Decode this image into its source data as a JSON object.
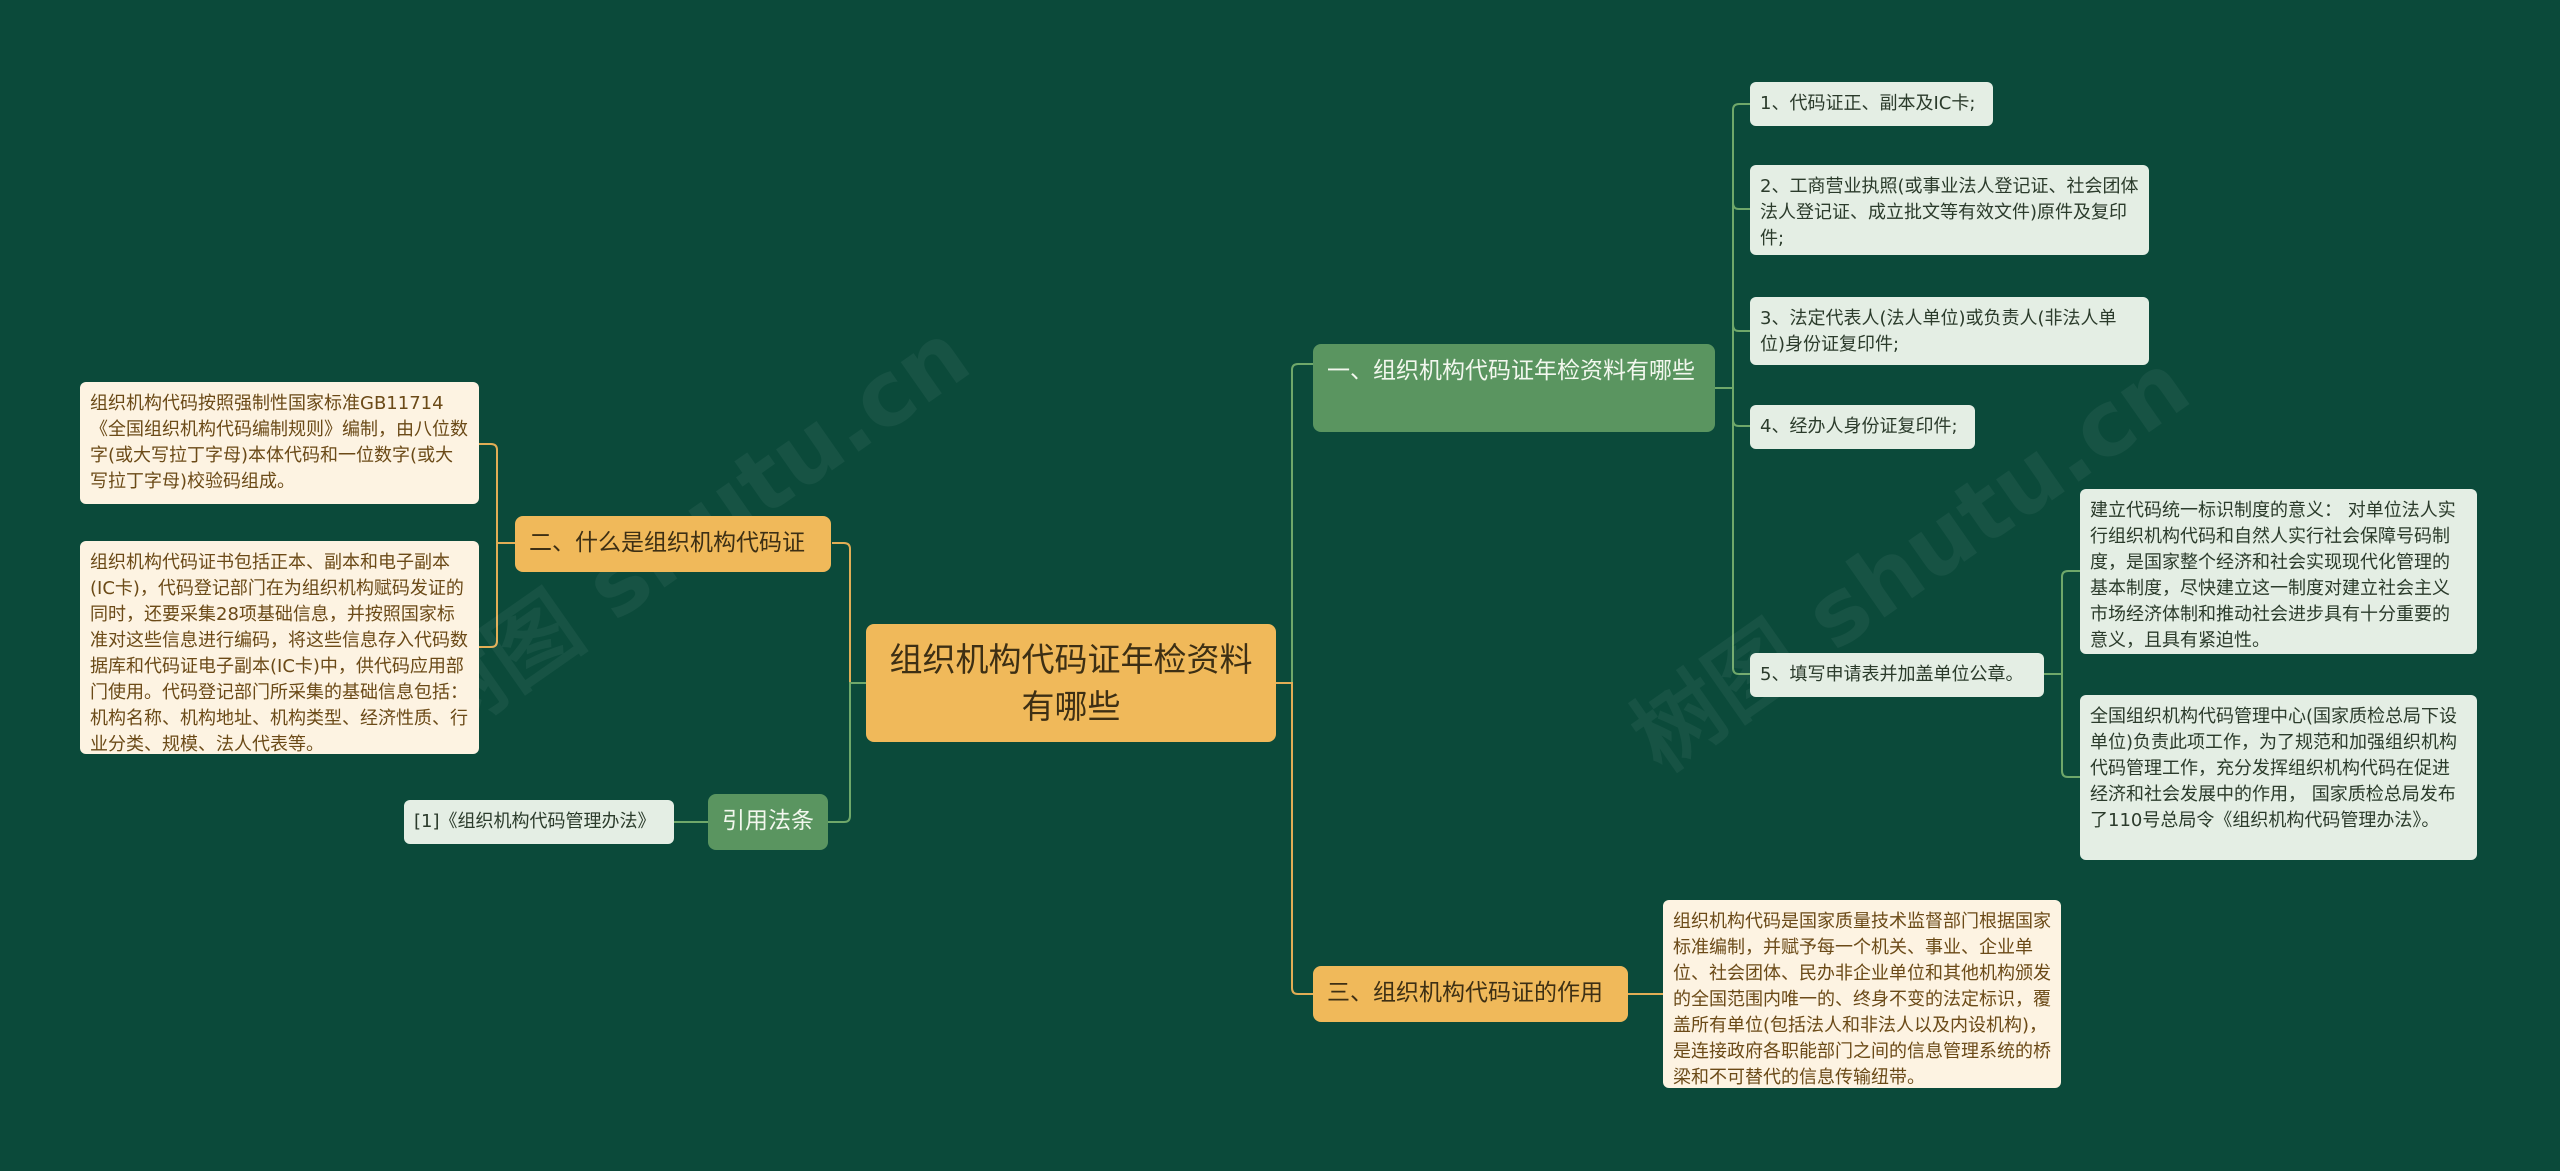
{
  "root": "组织机构代码证年检资料有哪些",
  "branch1": {
    "label": "一、组织机构代码证年检资料有哪些",
    "items": [
      "1、代码证正、副本及IC卡;",
      "2、工商营业执照(或事业法人登记证、社会团体法人登记证、成立批文等有效文件)原件及复印件;",
      "3、法定代表人(法人单位)或负责人(非法人单位)身份证复印件;",
      "4、经办人身份证复印件;",
      "5、填写申请表并加盖单位公章。"
    ],
    "sub_items": [
      "建立代码统一标识制度的意义： 对单位法人实行组织机构代码和自然人实行社会保障号码制度，是国家整个经济和社会实现现代化管理的基本制度，尽快建立这一制度对建立社会主义市场经济体制和推动社会进步具有十分重要的意义，且具有紧迫性。",
      "全国组织机构代码管理中心(国家质检总局下设单位)负责此项工作，为了规范和加强组织机构代码管理工作，充分发挥组织机构代码在促进经济和社会发展中的作用， 国家质检总局发布了110号总局令《组织机构代码管理办法》。"
    ]
  },
  "branch2": {
    "label": "二、什么是组织机构代码证",
    "items": [
      "组织机构代码按照强制性国家标准GB11714《全国组织机构代码编制规则》编制，由八位数字(或大写拉丁字母)本体代码和一位数字(或大写拉丁字母)校验码组成。",
      "组织机构代码证书包括正本、副本和电子副本(IC卡)，代码登记部门在为组织机构赋码发证的同时，还要采集28项基础信息，并按照国家标准对这些信息进行编码，将这些信息存入代码数据库和代码证电子副本(IC卡)中，供代码应用部门使用。代码登记部门所采集的基础信息包括：机构名称、机构地址、机构类型、经济性质、行业分类、规模、法人代表等。"
    ]
  },
  "branch3": {
    "label": "三、组织机构代码证的作用",
    "items": [
      "组织机构代码是国家质量技术监督部门根据国家标准编制，并赋予每一个机关、事业、企业单位、社会团体、民办非企业单位和其他机构颁发的全国范围内唯一的、终身不变的法定标识，覆盖所有单位(包括法人和非法人以及内设机构)，是连接政府各职能部门之间的信息管理系统的桥梁和不可替代的信息传输纽带。"
    ]
  },
  "branch4": {
    "label": "引用法条",
    "items": [
      "[1]《组织机构代码管理办法》"
    ]
  },
  "colors": {
    "background": "#0b4a3a",
    "green_branch": "#5a9560",
    "orange_branch": "#f0b95a",
    "green_leaf": "#e4eee4",
    "orange_leaf": "#fdf3e2"
  }
}
